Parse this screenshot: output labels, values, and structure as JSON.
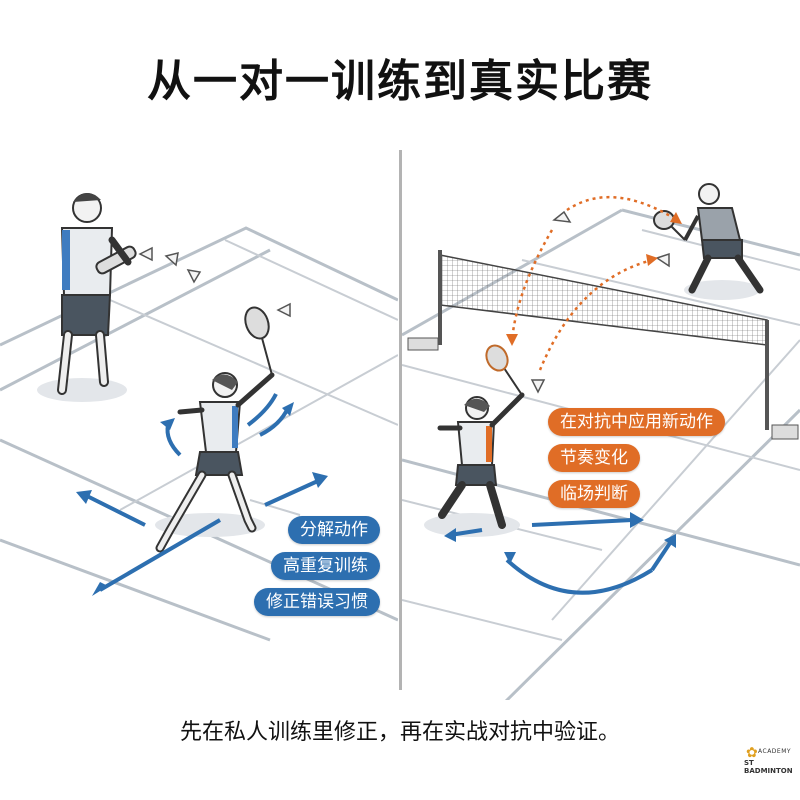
{
  "title": "从一对一训练到真实比赛",
  "left_panel": {
    "scene": "private one-on-one coaching: coach feeding shuttles, player practicing footwork",
    "tags": [
      "分解动作",
      "高重复训练",
      "修正错误习惯"
    ],
    "tag_color": "#2d6fb0"
  },
  "right_panel": {
    "scene": "real match play across the net with shuttle trajectories",
    "tags": [
      "在对抗中应用新动作",
      "节奏变化",
      "临场判断"
    ],
    "tag_color": "#e06d26"
  },
  "caption": "先在私人训练里修正，再在实战对抗中验证。",
  "logo": {
    "line1": "ACADEMY",
    "line2": "ST BADMINTON"
  },
  "colors": {
    "accent_blue": "#2d6fb0",
    "accent_orange": "#e06d26",
    "court_line": "#b8c0c8",
    "divider": "#b3b3b3"
  }
}
